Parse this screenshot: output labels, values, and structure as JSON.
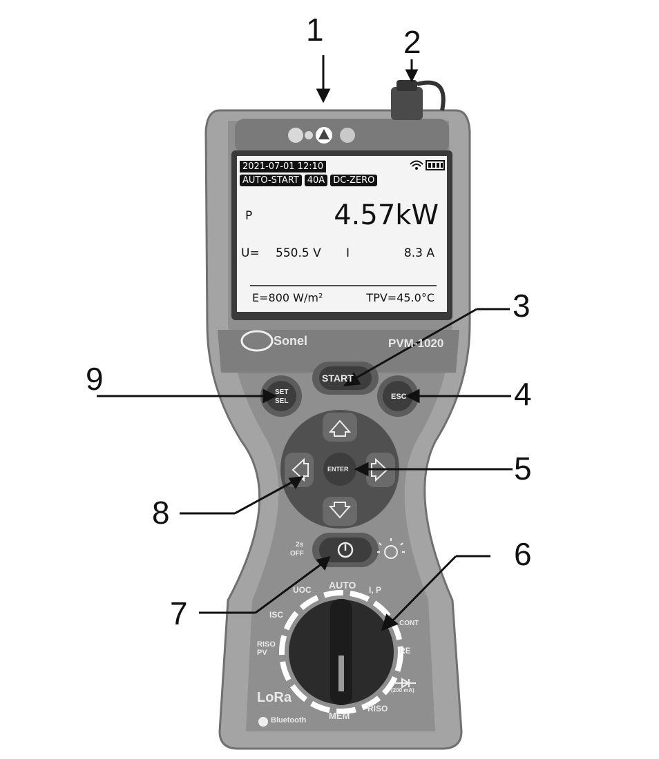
{
  "callouts": [
    "1",
    "2",
    "3",
    "4",
    "5",
    "6",
    "7",
    "8",
    "9"
  ],
  "screen": {
    "datetime": "2021-07-01 12:10",
    "chips": [
      "AUTO-START",
      "40A",
      "DC-ZERO"
    ],
    "p_label": "P",
    "power": "4.57kW",
    "u_label": "U=",
    "voltage": "550.5 V",
    "i_label": "I",
    "current": "8.3 A",
    "irradiance": "E=800 W/m²",
    "temp_label": "TPV=45.0°C"
  },
  "device": {
    "brand": "Sonel",
    "model": "PVM-1020",
    "buttons": {
      "start": "START",
      "setsel": [
        "SET",
        "SEL"
      ],
      "esc": "ESC",
      "enter": "ENTER",
      "off_note": [
        "2s",
        "OFF"
      ]
    },
    "dial": {
      "labels": [
        "AUTO",
        "UOC",
        "ISC",
        "RISO PV",
        "MEM",
        "RISO",
        "RE",
        "CONT",
        "I, P"
      ],
      "note": "(200 mA)"
    },
    "logos": [
      "LoRa",
      "Bluetooth"
    ]
  },
  "colors": {
    "body": "#9a9a9a",
    "bezel": "#6f6f6f",
    "lcd": "#f4f4f4",
    "knob": "#2b2b2b",
    "accent": "#ffffff"
  }
}
